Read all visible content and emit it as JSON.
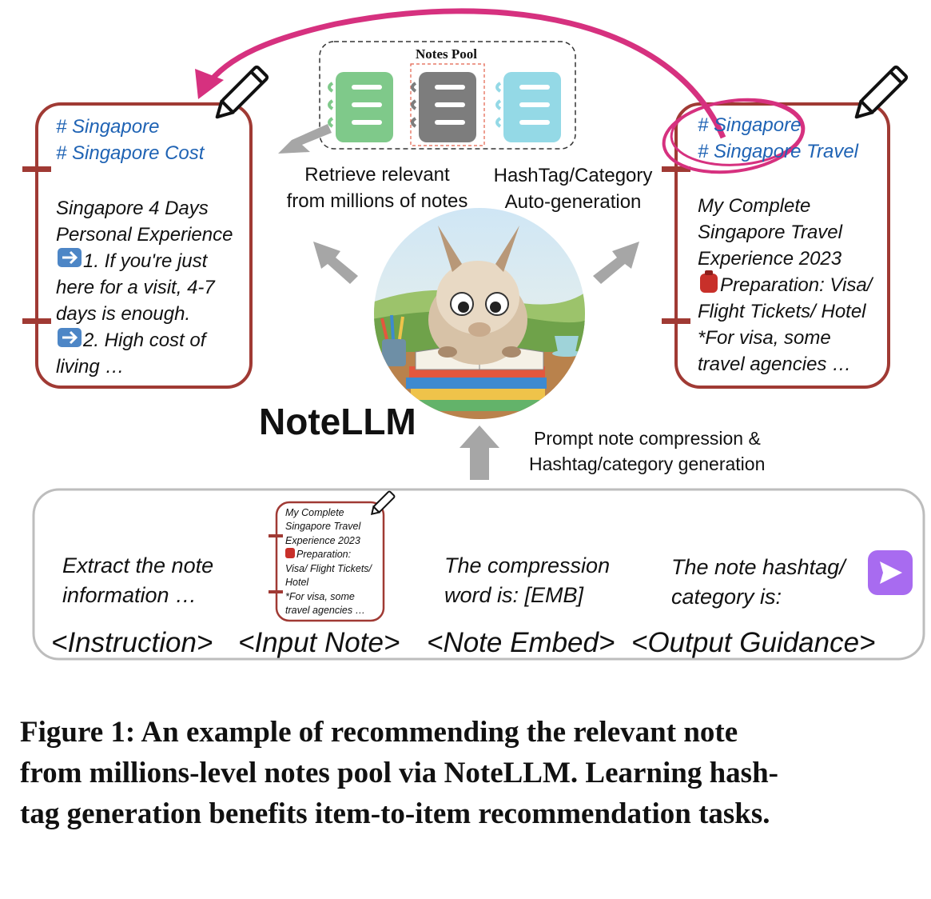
{
  "notes_pool": {
    "title": "Notes Pool"
  },
  "left_note": {
    "tags": [
      "# Singapore",
      "# Singapore Cost"
    ],
    "lines": [
      "Singapore 4 Days",
      "Personal Experience",
      "1. If you're just",
      "here for a visit, 4-7",
      "days is enough.",
      "2. High cost of",
      "living …"
    ]
  },
  "right_note": {
    "tags": [
      "# Singapore",
      "# Singapore Travel"
    ],
    "lines": [
      "My Complete",
      "Singapore Travel",
      "Experience 2023",
      "Preparation: Visa/",
      "Flight Tickets/ Hotel",
      "*For visa, some",
      "travel agencies …"
    ]
  },
  "retrieve_label": [
    "Retrieve relevant",
    "from millions of notes"
  ],
  "hashtag_label": [
    "HashTag/Category",
    "Auto-generation"
  ],
  "model_name": "NoteLLM",
  "prompt_label": [
    "Prompt note compression &",
    "Hashtag/category generation"
  ],
  "prompt": {
    "instruction_text": [
      "Extract the note",
      "information …"
    ],
    "input_note_lines": [
      "My Complete",
      "Singapore Travel",
      "Experience 2023",
      "Preparation:",
      "Visa/ Flight Tickets/",
      "Hotel",
      "*For visa, some",
      "travel agencies …"
    ],
    "embed_text": [
      "The compression",
      "word is: [EMB]"
    ],
    "output_text": [
      "The note hashtag/",
      "category is:"
    ],
    "sections": [
      "<Instruction>",
      "<Input Note>",
      "<Note Embed>",
      "<Output Guidance>"
    ]
  },
  "caption": [
    "Figure 1: An example of recommending the relevant note",
    "from millions-level notes pool via NoteLLM. Learning hash-",
    "tag generation benefits item-to-item recommendation tasks."
  ],
  "colors": {
    "note_border": "#a03a34",
    "tag_blue": "#1f63b4",
    "arrow_magenta": "#d6317f",
    "arrow_gray": "#a6a6a6",
    "notebook_green": "#7fc98a",
    "notebook_gray": "#7d7d7d",
    "notebook_blue": "#94d9e6",
    "send_purple": "#a86bf0"
  },
  "icons": [
    "pencil-icon",
    "notebook-icon",
    "arrow-right-icon",
    "backpack-icon",
    "send-icon",
    "llama-illustration"
  ]
}
